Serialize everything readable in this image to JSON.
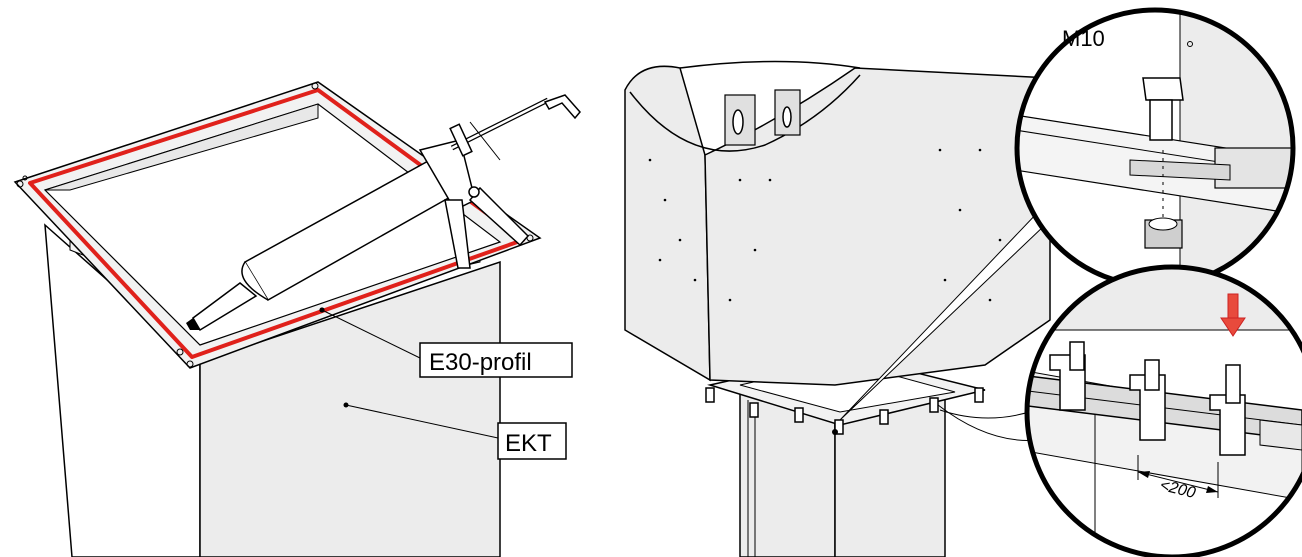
{
  "callouts": {
    "e30_profile": "E30-profil",
    "ekt": "EKT",
    "bolt_size": "M10",
    "spacing": "<200"
  },
  "colors": {
    "sealant_line": "#e0211b",
    "arrow": "#e84a3c",
    "panel_fill": "#ececec",
    "line": "#000000"
  },
  "icons": {
    "sealant_gun": "caulking-gun-icon",
    "down_arrow": "red-down-arrow-icon"
  }
}
